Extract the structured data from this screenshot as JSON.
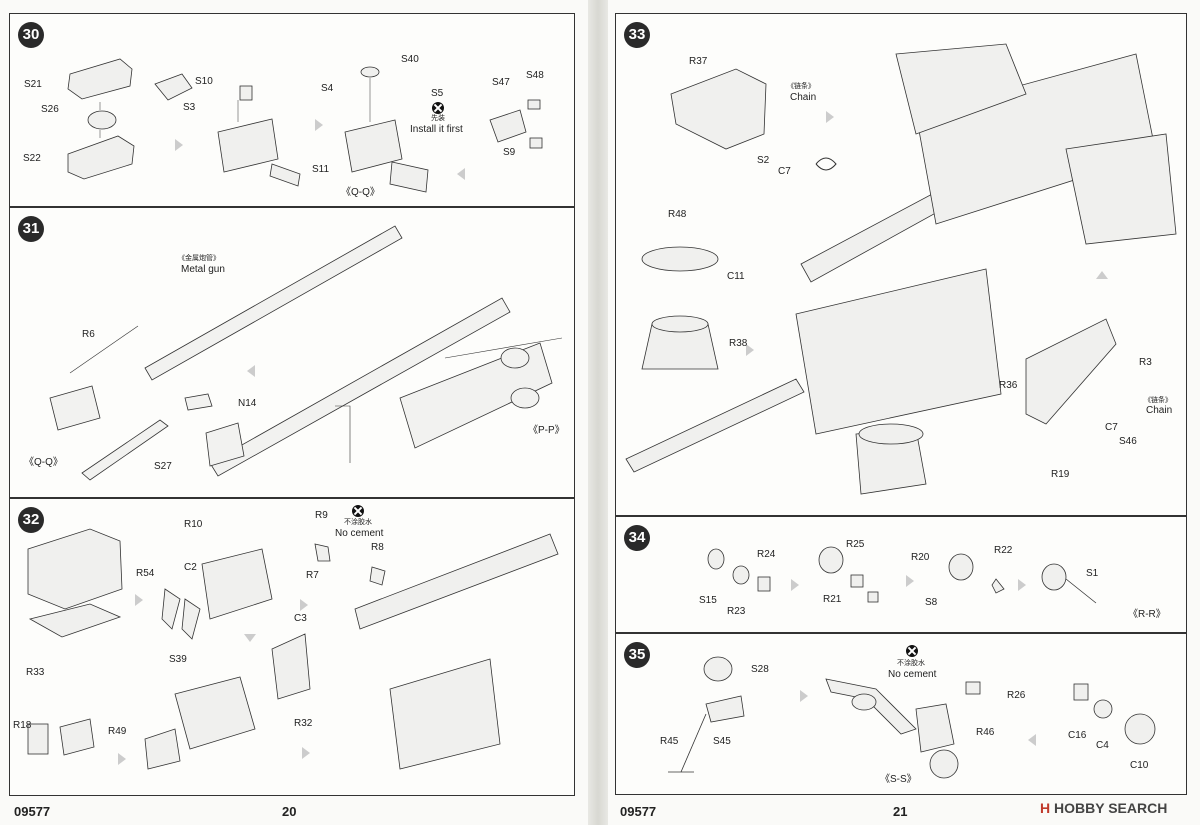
{
  "left_page": {
    "footer_code": "09577",
    "page_number": "20",
    "steps": {
      "s30": {
        "number": "30",
        "labels": {
          "S21": "S21",
          "S26": "S26",
          "S22": "S22",
          "S10": "S10",
          "S3": "S3",
          "S40": "S40",
          "S4": "S4",
          "S5": "S5",
          "S11": "S11",
          "S47": "S47",
          "S48": "S48",
          "S9": "S9"
        },
        "note_cn": "先装",
        "note_en": "Install it first",
        "view": "《Q-Q》"
      },
      "s31": {
        "number": "31",
        "metal_cn": "《金属炮管》",
        "metal_en": "Metal gun",
        "labels": {
          "R6": "R6",
          "N14": "N14",
          "S27": "S27"
        },
        "view_qq": "《Q-Q》",
        "view_pp": "《P-P》"
      },
      "s32": {
        "number": "32",
        "labels": {
          "R10": "R10",
          "R9": "R9",
          "R54": "R54",
          "C2": "C2",
          "R8": "R8",
          "R7": "R7",
          "C3": "C3",
          "S39": "S39",
          "R33": "R33",
          "R32": "R32",
          "R18": "R18",
          "R49": "R49"
        },
        "no_cement_cn": "不涂胶水",
        "no_cement_en": "No cement"
      }
    }
  },
  "right_page": {
    "footer_code": "09577",
    "page_number": "21",
    "steps": {
      "s33": {
        "number": "33",
        "labels": {
          "R37": "R37",
          "S2": "S2",
          "C7a": "C7",
          "R48": "R48",
          "C11": "C11",
          "R38": "R38",
          "R3": "R3",
          "R36": "R36",
          "C7b": "C7",
          "S46": "S46",
          "R19": "R19"
        },
        "chain_cn": "《链条》",
        "chain_en": "Chain"
      },
      "s34": {
        "number": "34",
        "labels": {
          "R24": "R24",
          "S15": "S15",
          "R23": "R23",
          "R25": "R25",
          "R20": "R20",
          "R21": "R21",
          "R22": "R22",
          "S8": "S8",
          "S1": "S1"
        },
        "view": "《R-R》"
      },
      "s35": {
        "number": "35",
        "labels": {
          "S28": "S28",
          "R45": "R45",
          "S45": "S45",
          "R26": "R26",
          "R46": "R46",
          "C16": "C16",
          "C4": "C4",
          "C10": "C10"
        },
        "no_cement_cn": "不涂胶水",
        "no_cement_en": "No cement",
        "view": "《S-S》"
      }
    }
  },
  "watermark": {
    "prefix": "H",
    "text": "HOBBY SEARCH"
  }
}
